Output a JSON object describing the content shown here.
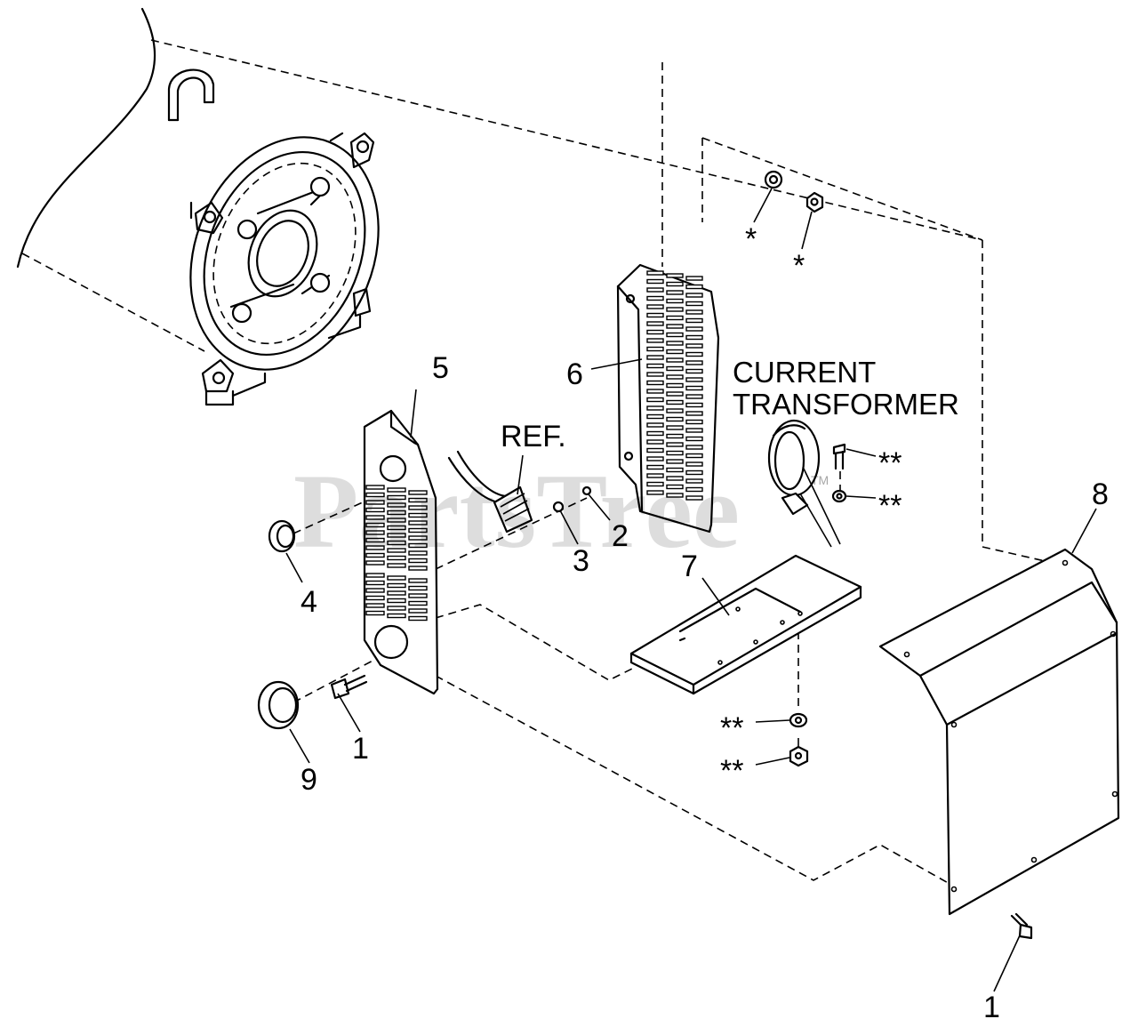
{
  "watermark": {
    "text": "PartsTree",
    "trademark": "TM"
  },
  "callouts": {
    "c5": "5",
    "c6": "6",
    "c7": "7",
    "c8": "8",
    "c4": "4",
    "c9": "9",
    "c1a": "1",
    "c1b": "1",
    "c2": "2",
    "c3": "3",
    "ref": "REF.",
    "star1": "*",
    "star2": "*",
    "dstar1": "**",
    "dstar2": "**",
    "dstar3": "**",
    "dstar4": "**",
    "ct_line1": "CURRENT",
    "ct_line2": "TRANSFORMER"
  }
}
